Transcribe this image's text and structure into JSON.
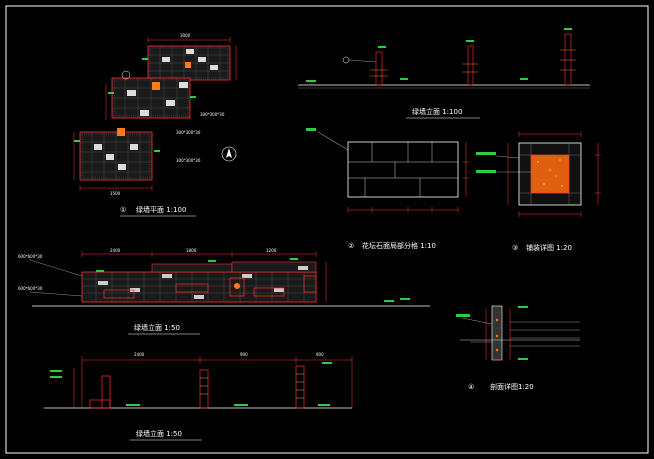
{
  "drawing": {
    "titles": {
      "plan": "绿墙平面 1:100",
      "plan_num": "①",
      "elev_top": "绿墙立面 1:100",
      "flower_plan": "花坛石面局部分格 1:10",
      "flower_num": "②",
      "detail": "铺装详图 1:20",
      "detail_num": "③",
      "elev_mid": "绿墙立面 1:50",
      "section": "剖面详图1:20",
      "section_num": "④",
      "elev_bottom": "绿墙立面 1:50"
    },
    "notes": {
      "n1": "300*300*30",
      "n2": "300*300*30",
      "n3": "300*300*30",
      "n4": "300*300*30",
      "n5": "600*600*30",
      "n6": "600*600*30"
    },
    "dims": {
      "d1": "3000",
      "d2": "1500",
      "d3": "1200",
      "d4": "2400",
      "d5": "1800",
      "d6": "900"
    }
  }
}
